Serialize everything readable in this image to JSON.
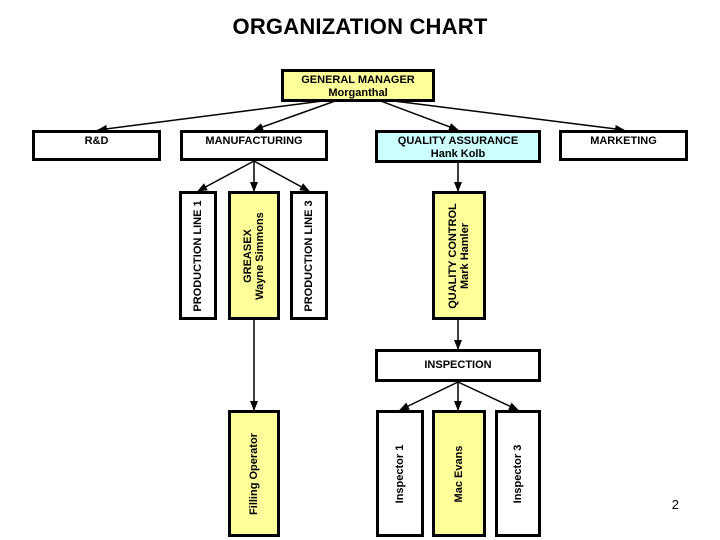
{
  "title": "ORGANIZATION CHART",
  "page_number": "2",
  "colors": {
    "yellow": "#FFFF99",
    "cyan": "#CCFFFF",
    "white": "#FFFFFF",
    "border": "#000000"
  },
  "nodes": {
    "general_manager": {
      "role": "GENERAL MANAGER",
      "person": "Morganthal",
      "fill": "#FFFF99"
    },
    "rnd": {
      "role": "R&D",
      "person": "",
      "fill": "#FFFFFF"
    },
    "manufacturing": {
      "role": "MANUFACTURING",
      "person": "",
      "fill": "#FFFFFF"
    },
    "quality_assurance": {
      "role": "QUALITY ASSURANCE",
      "person": "Hank Kolb",
      "fill": "#CCFFFF"
    },
    "marketing": {
      "role": "MARKETING",
      "person": "",
      "fill": "#FFFFFF"
    },
    "production_line_1": {
      "role": "PRODUCTION LINE 1",
      "person": "",
      "fill": "#FFFFFF"
    },
    "greasex": {
      "role": "GREASEX",
      "person": "Wayne Simmons",
      "fill": "#FFFF99"
    },
    "production_line_3": {
      "role": "PRODUCTION LINE 3",
      "person": "",
      "fill": "#FFFFFF"
    },
    "quality_control": {
      "role": "QUALITY CONTROL",
      "person": "Mark Hamler",
      "fill": "#FFFF99"
    },
    "inspection": {
      "role": "INSPECTION",
      "person": "",
      "fill": "#FFFFFF"
    },
    "filling_operator": {
      "role": "Filling Operator",
      "person": "",
      "fill": "#FFFF99"
    },
    "inspector_1": {
      "role": "Inspector 1",
      "person": "",
      "fill": "#FFFFFF"
    },
    "mac_evans": {
      "role": "Mac Evans",
      "person": "",
      "fill": "#FFFF99"
    },
    "inspector_3": {
      "role": "Inspector 3",
      "person": "",
      "fill": "#FFFFFF"
    }
  },
  "edges": [
    [
      "general_manager",
      "rnd"
    ],
    [
      "general_manager",
      "manufacturing"
    ],
    [
      "general_manager",
      "quality_assurance"
    ],
    [
      "general_manager",
      "marketing"
    ],
    [
      "manufacturing",
      "production_line_1"
    ],
    [
      "manufacturing",
      "greasex"
    ],
    [
      "manufacturing",
      "production_line_3"
    ],
    [
      "quality_assurance",
      "quality_control"
    ],
    [
      "quality_control",
      "inspection"
    ],
    [
      "greasex",
      "filling_operator"
    ],
    [
      "inspection",
      "inspector_1"
    ],
    [
      "inspection",
      "mac_evans"
    ],
    [
      "inspection",
      "inspector_3"
    ]
  ]
}
